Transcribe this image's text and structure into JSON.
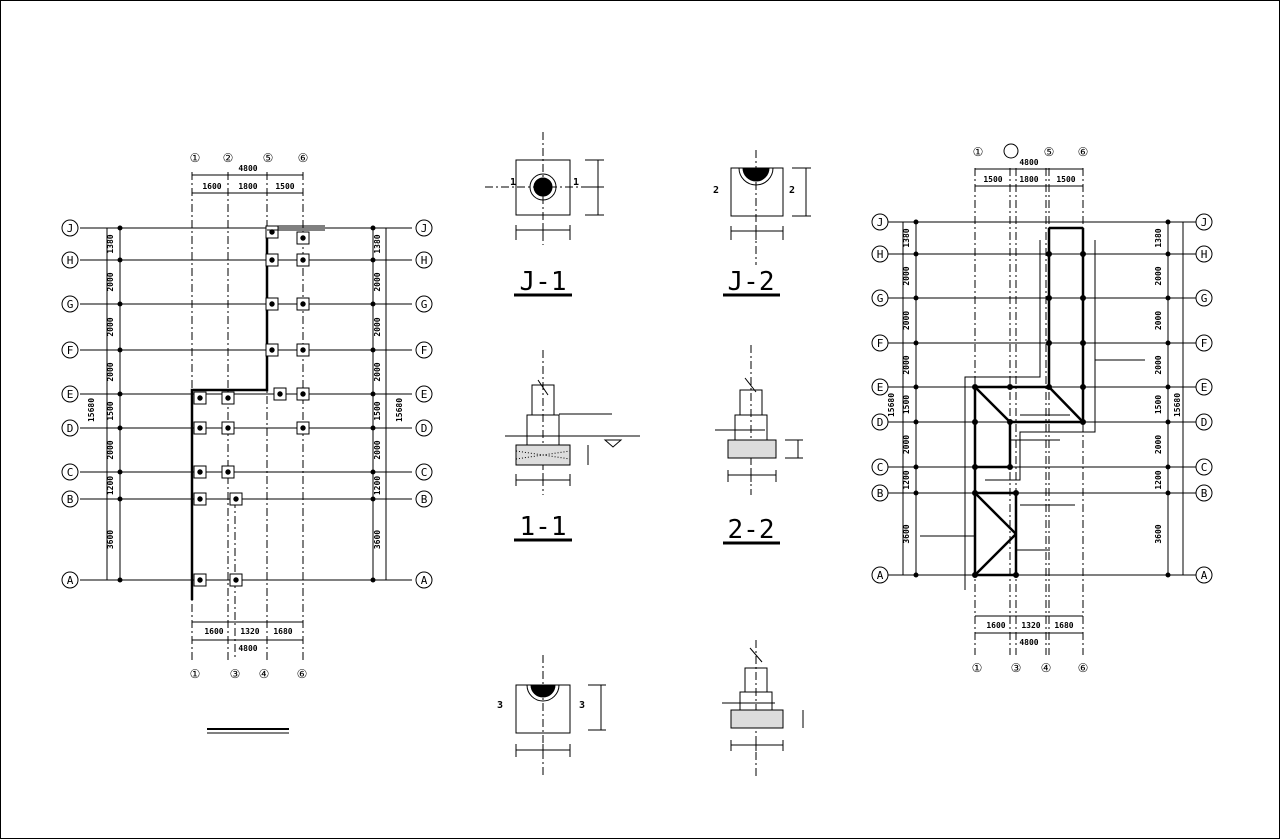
{
  "plan_left": {
    "top_columns": [
      "①",
      "②",
      "⑤",
      "⑥"
    ],
    "bottom_columns": [
      "①",
      "③",
      "④",
      "⑥"
    ],
    "top_dims": [
      "1600",
      "1800",
      "1500"
    ],
    "top_total": "4800",
    "bottom_dims": [
      "1600",
      "1320",
      "1680"
    ],
    "bottom_total": "4800",
    "rows": [
      "J",
      "H",
      "G",
      "F",
      "E",
      "D",
      "C",
      "B",
      "A"
    ],
    "row_dims": [
      "1380",
      "2000",
      "2000",
      "2000",
      "1500",
      "2000",
      "1200",
      "3600"
    ],
    "overall": "15680"
  },
  "plan_right": {
    "top_columns": [
      "①",
      "",
      "⑤",
      "⑥"
    ],
    "bottom_columns": [
      "①",
      "③",
      "④",
      "⑥"
    ],
    "top_dims": [
      "1500",
      "1800",
      "1500"
    ],
    "top_total": "4800",
    "bottom_dims": [
      "1600",
      "1320",
      "1680"
    ],
    "bottom_total": "4800",
    "rows": [
      "J",
      "H",
      "G",
      "F",
      "E",
      "D",
      "C",
      "B",
      "A"
    ],
    "row_dims": [
      "1380",
      "2000",
      "2000",
      "2000",
      "1500",
      "2000",
      "1200",
      "3600"
    ],
    "overall": "15680"
  },
  "details": {
    "j1_title": "J-1",
    "j1_mark": "1",
    "j2_title": "J-2",
    "j2_mark": "2",
    "j3_mark": "3",
    "s11_title": "1-1",
    "s22_title": "2-2"
  }
}
